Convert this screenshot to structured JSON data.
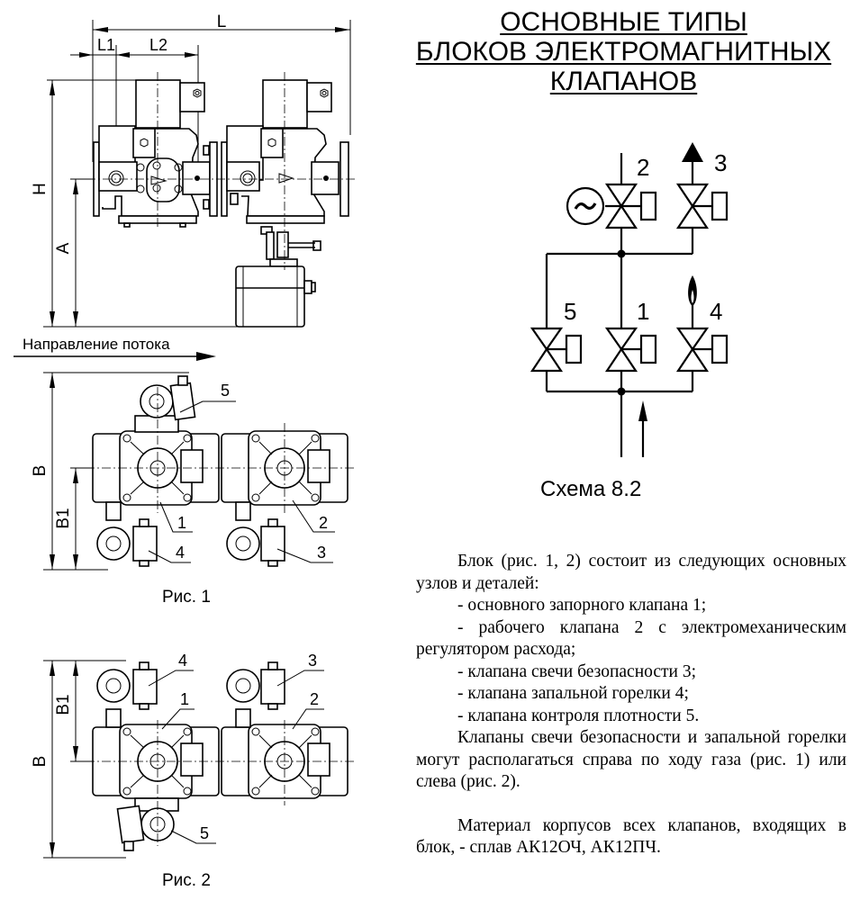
{
  "title": {
    "lines": [
      "ОСНОВНЫЕ ТИПЫ",
      "БЛОКОВ ЭЛЕКТРОМАГНИТНЫХ",
      "КЛАПАНОВ"
    ]
  },
  "figure_top": {
    "dimensions": {
      "L": "L",
      "L1": "L1",
      "L2": "L2",
      "H": "H",
      "A": "A"
    }
  },
  "flow_direction_label": "Направление потока",
  "figure_1": {
    "caption": "Рис. 1",
    "dimensions": {
      "B": "B",
      "B1": "B1"
    },
    "callouts": [
      "1",
      "2",
      "3",
      "4",
      "5"
    ]
  },
  "figure_2": {
    "caption": "Рис. 2",
    "dimensions": {
      "B": "B",
      "B1": "B1"
    },
    "callouts": [
      "1",
      "2",
      "3",
      "4",
      "5"
    ]
  },
  "schema": {
    "caption": "Схема 8.2",
    "valve_labels": {
      "v1": "1",
      "v2": "2",
      "v3": "3",
      "v4": "4",
      "v5": "5"
    },
    "symbols": {
      "regulator": "tilde-circle-icon",
      "vent": "arrow-up-icon",
      "pilot_burner": "flame-icon",
      "inlet": "arrow-up-icon"
    }
  },
  "description": {
    "intro": "Блок (рис. 1, 2) состоит из следующих основных узлов и деталей:",
    "items": [
      "- основного запорного клапана 1;",
      "- рабочего клапана 2 с электромеханическим регулятором расхода;",
      "- клапана свечи безопасности 3;",
      "- клапана запальной горелки 4;",
      "- клапана контроля плотности 5."
    ],
    "note": "Клапаны свечи безопасности и запальной горелки могут располагаться справа по ходу газа (рис. 1) или слева (рис. 2).",
    "material": "Материал корпусов всех клапанов, входящих в блок, - сплав АК12ОЧ, АК12ПЧ."
  }
}
